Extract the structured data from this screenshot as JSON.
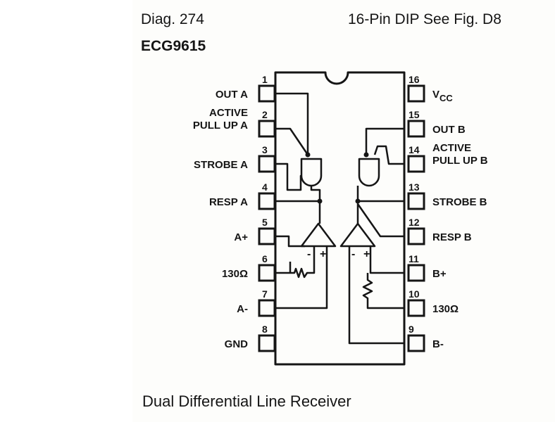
{
  "header": {
    "diagram_number": "Diag. 274",
    "package_info": "16-Pin DIP See Fig. D8",
    "part_number": "ECG9615"
  },
  "caption": "Dual Differential Line Receiver",
  "pins": [
    {
      "number": "1",
      "label": "OUT A"
    },
    {
      "number": "2",
      "label_lines": [
        "ACTIVE",
        "PULL UP A"
      ]
    },
    {
      "number": "3",
      "label": "STROBE A"
    },
    {
      "number": "4",
      "label": "RESP A"
    },
    {
      "number": "5",
      "label": "A+"
    },
    {
      "number": "6",
      "label": "130Ω"
    },
    {
      "number": "7",
      "label": "A-"
    },
    {
      "number": "8",
      "label": "GND"
    },
    {
      "number": "9",
      "label": "B-"
    },
    {
      "number": "10",
      "label": "130Ω"
    },
    {
      "number": "11",
      "label": "B+"
    },
    {
      "number": "12",
      "label": "RESP B"
    },
    {
      "number": "13",
      "label": "STROBE B"
    },
    {
      "number": "14",
      "label_lines": [
        "ACTIVE",
        "PULL UP B"
      ]
    },
    {
      "number": "15",
      "label": "OUT B"
    },
    {
      "number": "16",
      "label_main": "V",
      "label_sub": "CC"
    }
  ],
  "amplifier_inputs": {
    "minus": "-",
    "plus": "+"
  }
}
